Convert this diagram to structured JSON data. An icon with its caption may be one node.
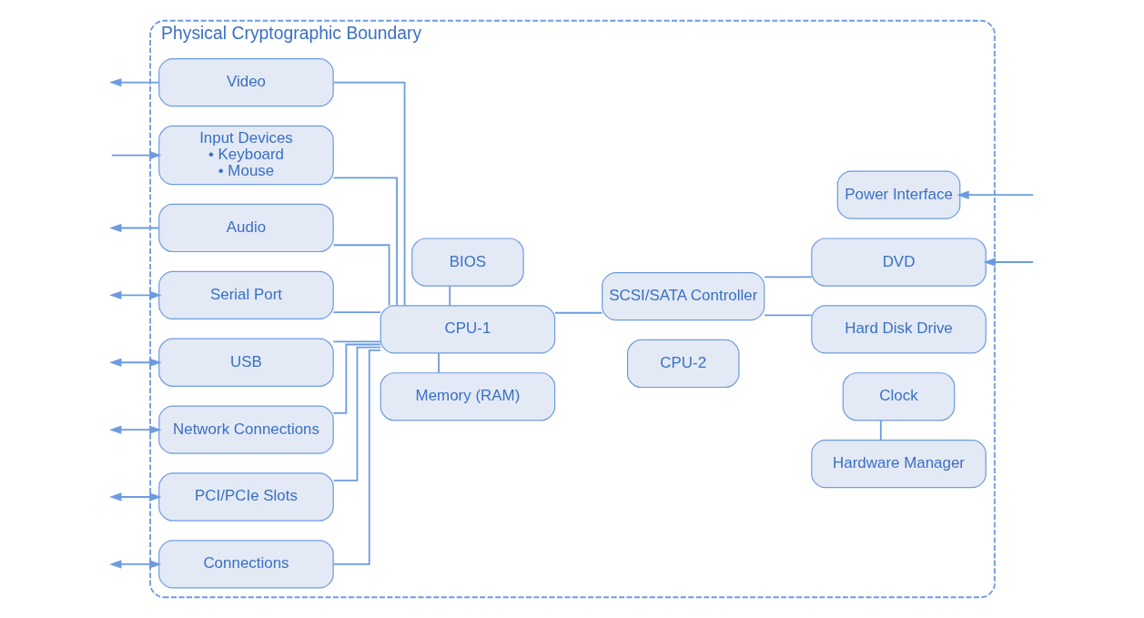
{
  "diagram": {
    "nodes": [
      {
        "text": [
          "Physical Cryptographic Boundary"
        ]
      },
      {
        "text": [
          "Video"
        ],
        "in": 0
      },
      {
        "text": [
          "Input Devices",
          "• Keyboard",
          "• Mouse"
        ],
        "in": 0
      },
      {
        "text": [
          "Audio"
        ],
        "in": 0
      },
      {
        "text": [
          "Serial Port"
        ],
        "in": 0
      },
      {
        "text": [
          "USB"
        ],
        "in": 0
      },
      {
        "text": [
          "Network Connections"
        ],
        "in": 0
      },
      {
        "text": [
          "PCI/PCIe Slots"
        ],
        "in": 0
      },
      {
        "text": [
          "Connections"
        ],
        "in": 0
      },
      {
        "text": [
          "Memory (RAM)"
        ],
        "in": 0
      },
      {
        "text": [
          "CPU-1"
        ],
        "in": 0
      },
      {
        "text": [
          "CPU-2"
        ],
        "in": 0
      },
      {
        "text": [
          "BIOS"
        ],
        "in": 0
      },
      {
        "text": [
          "SCSI/SATA Controller"
        ],
        "in": 0
      },
      {
        "text": [
          "Hardware Manager"
        ],
        "in": 0
      },
      {
        "text": [
          "Clock"
        ],
        "in": 0
      },
      {
        "text": [
          "DVD"
        ],
        "in": 0
      },
      {
        "text": [
          "Hard Disk Drive"
        ],
        "in": 0
      },
      {
        "text": [
          "Power Interface"
        ],
        "in": 0
      }
    ],
    "edges": [
      {
        "from": 1,
        "to": null,
        "arrow": "to"
      },
      {
        "from": null,
        "to": 2,
        "arrow": "to"
      },
      {
        "from": 3,
        "to": null,
        "arrow": "to"
      },
      {
        "from": null,
        "to": 4,
        "arrow": "both"
      },
      {
        "from": null,
        "to": 5,
        "arrow": "both"
      },
      {
        "from": null,
        "to": 6,
        "arrow": "both"
      },
      {
        "from": null,
        "to": 7,
        "arrow": "both"
      },
      {
        "from": null,
        "to": 8,
        "arrow": "both"
      },
      {
        "from": 1,
        "to": 10,
        "arrow": "none"
      },
      {
        "from": 2,
        "to": 10,
        "arrow": "none"
      },
      {
        "from": 3,
        "to": 10,
        "arrow": "none"
      },
      {
        "from": 4,
        "to": 10,
        "arrow": "none"
      },
      {
        "from": 5,
        "to": 10,
        "arrow": "none"
      },
      {
        "from": 6,
        "to": 10,
        "arrow": "none"
      },
      {
        "from": 7,
        "to": 10,
        "arrow": "none"
      },
      {
        "from": 8,
        "to": 10,
        "arrow": "none"
      },
      {
        "from": 9,
        "to": 10,
        "arrow": "none"
      },
      {
        "from": 10,
        "to": 12,
        "arrow": "none"
      },
      {
        "from": 10,
        "to": 13,
        "arrow": "none"
      },
      {
        "from": 13,
        "to": 16,
        "arrow": "none"
      },
      {
        "from": 13,
        "to": 17,
        "arrow": "none"
      },
      {
        "from": 14,
        "to": 15,
        "arrow": "none"
      },
      {
        "from": null,
        "to": 16,
        "arrow": "to"
      },
      {
        "from": null,
        "to": 18,
        "arrow": "to"
      }
    ]
  }
}
